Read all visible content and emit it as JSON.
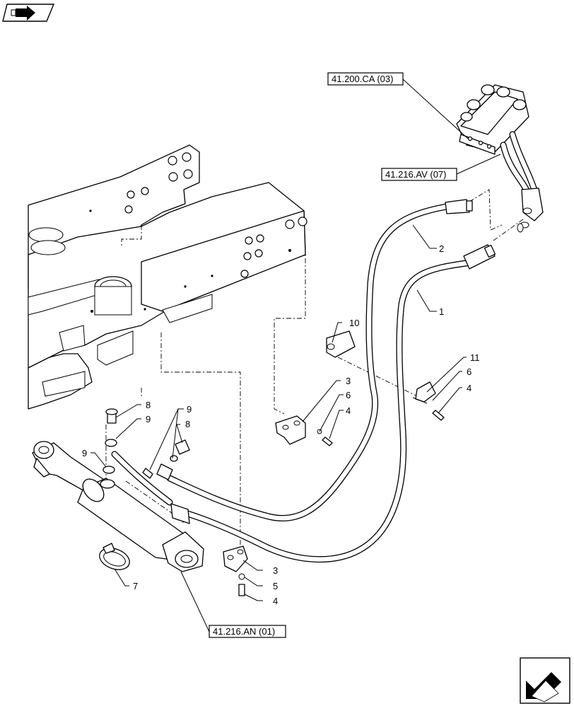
{
  "references": {
    "valve_ref": "41.200.CA (03)",
    "pipe_ref": "41.216.AV (07)",
    "cylinder_ref": "41.216.AN (01)"
  },
  "callouts": {
    "c1": "1",
    "c2": "2",
    "c3a": "3",
    "c3b": "3",
    "c4a": "4",
    "c4b": "4",
    "c4c": "4",
    "c5": "5",
    "c6a": "6",
    "c6b": "6",
    "c7": "7",
    "c8a": "8",
    "c8b": "8",
    "c9a": "9",
    "c9b": "9",
    "c9c": "9",
    "c10": "10",
    "c11": "11"
  },
  "icons": {
    "top_left": "book-arrow-icon",
    "bottom_right": "next-page-arrow-icon"
  }
}
